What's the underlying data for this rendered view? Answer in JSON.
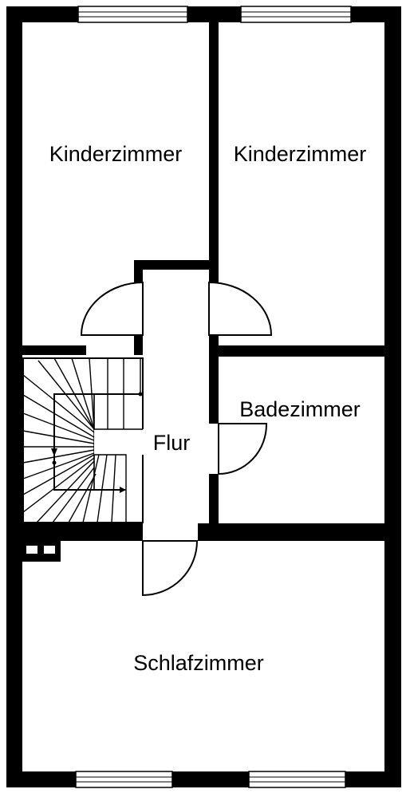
{
  "rooms": {
    "kinder1": "Kinderzimmer",
    "kinder2": "Kinderzimmer",
    "bad": "Badezimmer",
    "flur": "Flur",
    "schlaf": "Schlafzimmer"
  }
}
